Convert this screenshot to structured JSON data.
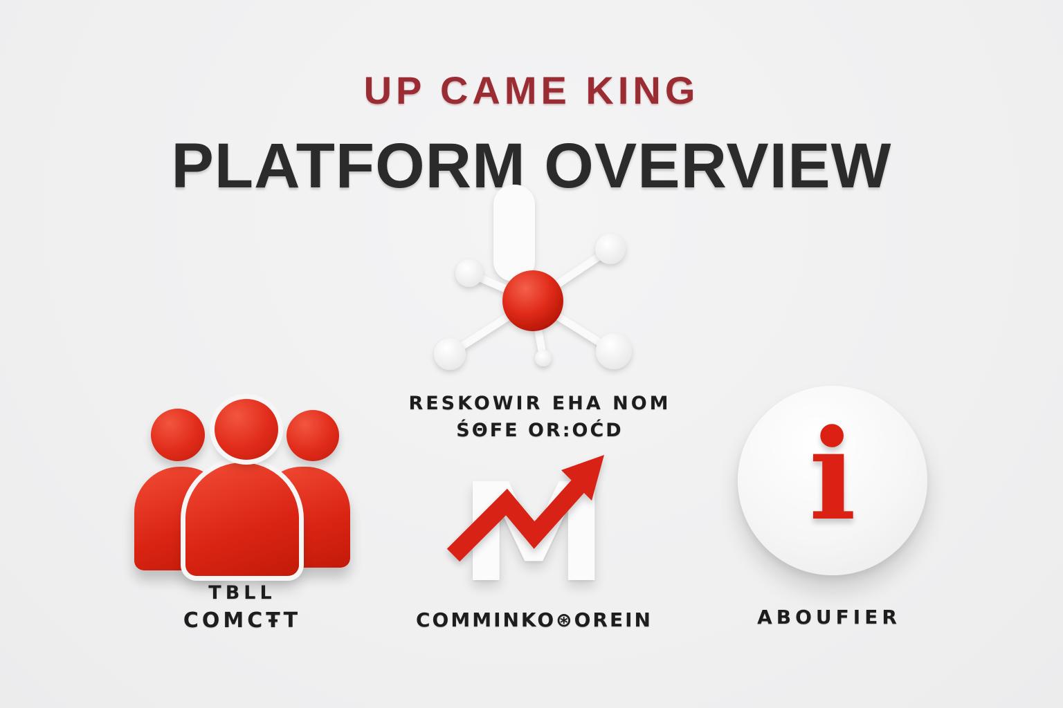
{
  "header": {
    "subtitle": "UP CAME KING",
    "title": "PLATFORM OVERVIEW"
  },
  "sections": {
    "network": {
      "icon": "network-nodes-icon",
      "label_line1": "RESKOWIR EHA NOM",
      "label_line2": "ŚΘFE OR:OĆD"
    },
    "team": {
      "icon": "team-people-icon",
      "label_line1": "TBLL",
      "label_line2": "COMCŦT"
    },
    "growth": {
      "icon": "growth-chart-icon",
      "watermark_letter": "M",
      "label_line1": "COMMINKO⊛OREIN"
    },
    "about": {
      "icon": "info-icon",
      "info_glyph": "i",
      "label_line1": "ABOUFIER"
    }
  },
  "colors": {
    "background": "#f0f0f1",
    "subtitle_red": "#9a2d33",
    "title_dark": "#2b2b2b",
    "accent_red": "#e02b1a",
    "arrow_red": "#d92213",
    "label_text": "#1d1d1d",
    "white_shape": "#fbfbfc"
  }
}
